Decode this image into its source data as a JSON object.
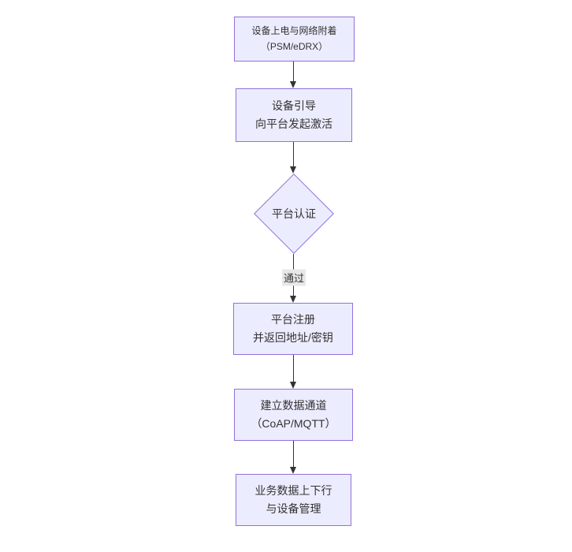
{
  "diagram": {
    "type": "flowchart",
    "direction": "top-down",
    "colors": {
      "node_fill": "#ECECFF",
      "node_border": "#9370DB",
      "text": "#333333",
      "edge_line": "#333333",
      "edge_label_bg": "#e8e8e8",
      "background": "#ffffff"
    },
    "nodes": [
      {
        "id": "power-on",
        "shape": "rect",
        "lines": [
          "设备上电与网络附着",
          "（PSM/eDRX）"
        ]
      },
      {
        "id": "bootstrap",
        "shape": "rect",
        "lines": [
          "设备引导",
          "向平台发起激活"
        ]
      },
      {
        "id": "auth",
        "shape": "diamond",
        "lines": [
          "平台认证"
        ]
      },
      {
        "id": "register",
        "shape": "rect",
        "lines": [
          "平台注册",
          "并返回地址/密钥"
        ]
      },
      {
        "id": "data-channel",
        "shape": "rect",
        "lines": [
          "建立数据通道",
          "（CoAP/MQTT）"
        ]
      },
      {
        "id": "business-data",
        "shape": "rect",
        "lines": [
          "业务数据上下行",
          "与设备管理"
        ]
      }
    ],
    "edges": [
      {
        "from": "power-on",
        "to": "bootstrap",
        "label": ""
      },
      {
        "from": "bootstrap",
        "to": "auth",
        "label": ""
      },
      {
        "from": "auth",
        "to": "register",
        "label": "通过"
      },
      {
        "from": "register",
        "to": "data-channel",
        "label": ""
      },
      {
        "from": "data-channel",
        "to": "business-data",
        "label": ""
      }
    ]
  }
}
